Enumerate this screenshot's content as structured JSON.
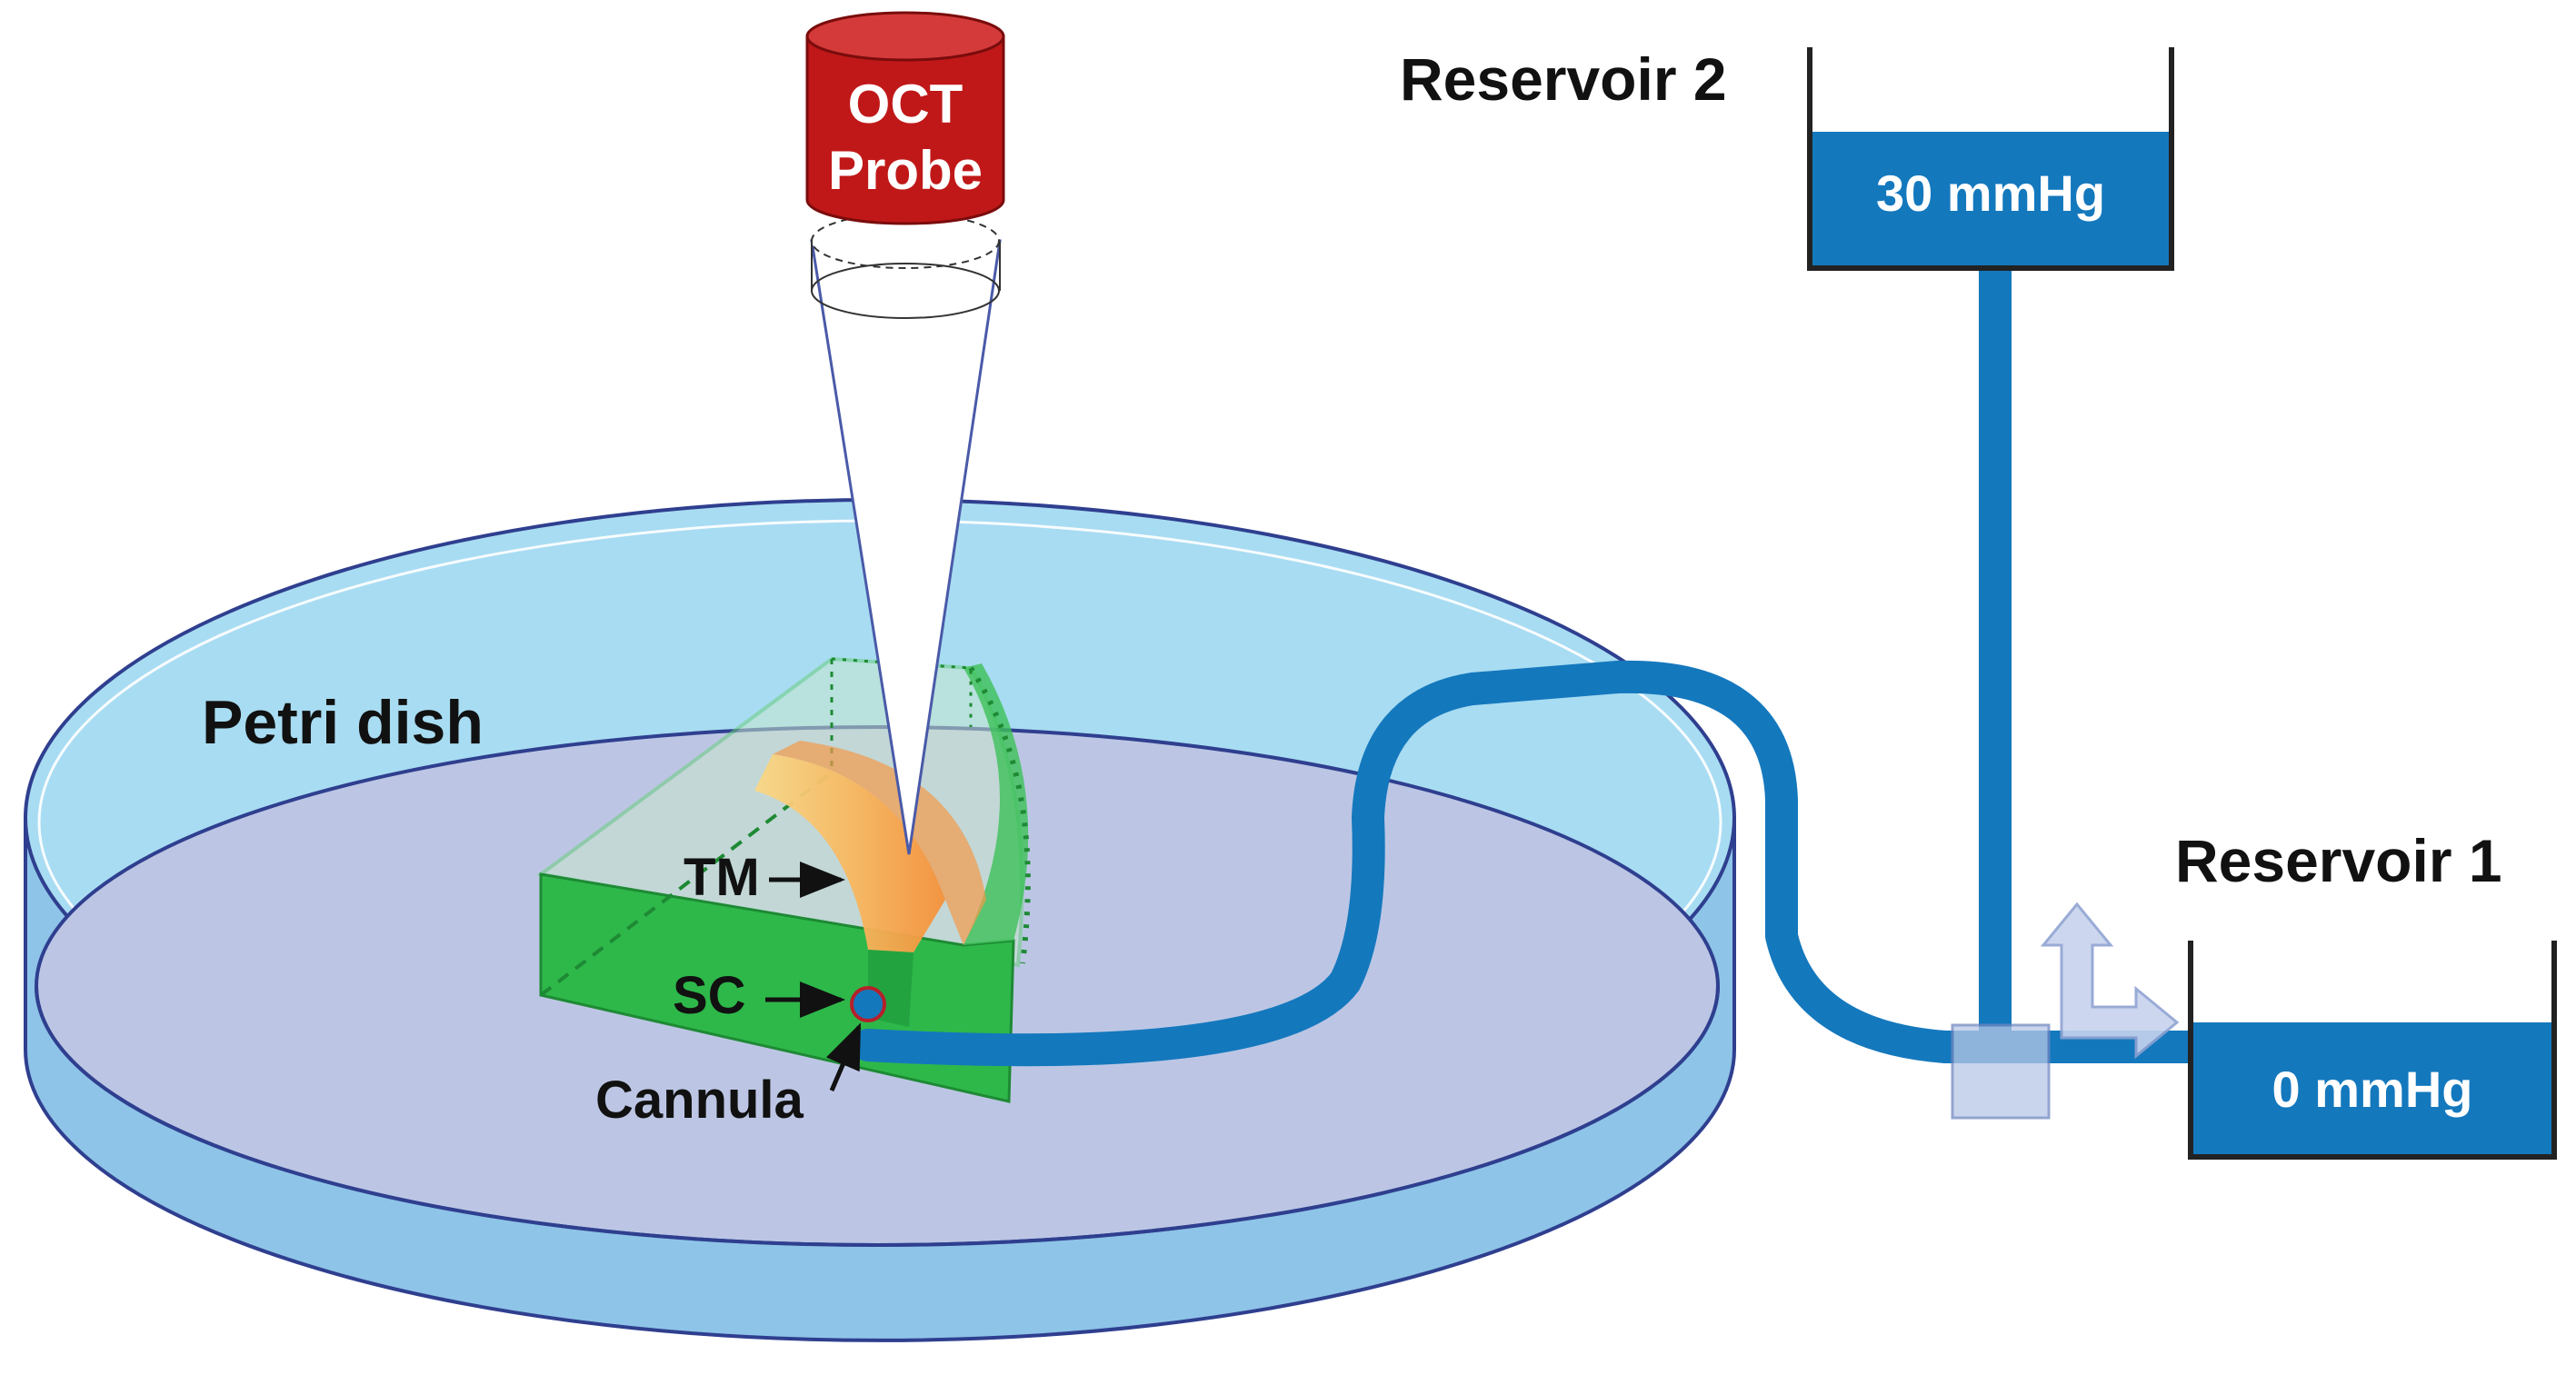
{
  "labels": {
    "oct_probe_line1": "OCT",
    "oct_probe_line2": "Probe",
    "reservoir2_title": "Reservoir 2",
    "reservoir2_pressure": "30 mmHg",
    "reservoir1_title": "Reservoir 1",
    "reservoir1_pressure": "0 mmHg",
    "petri_dish": "Petri dish",
    "tm": "TM",
    "sc": "SC",
    "cannula": "Cannula"
  },
  "colors": {
    "water_light": "#a8dcf2",
    "water_mid": "#8ec4e8",
    "dish_bottom": "#bcc6e4",
    "dish_outline": "#2f3f8f",
    "tube_blue": "#1478bd",
    "probe_red": "#c01818",
    "tissue_green": "#2eb84a",
    "tm_orange": "#f5913a",
    "tm_yellow": "#f8d27a",
    "valve_gray": "#b8c8e6"
  },
  "icons": {
    "valve": "three-way-valve-icon",
    "direction": "arrows-up-right-icon"
  }
}
